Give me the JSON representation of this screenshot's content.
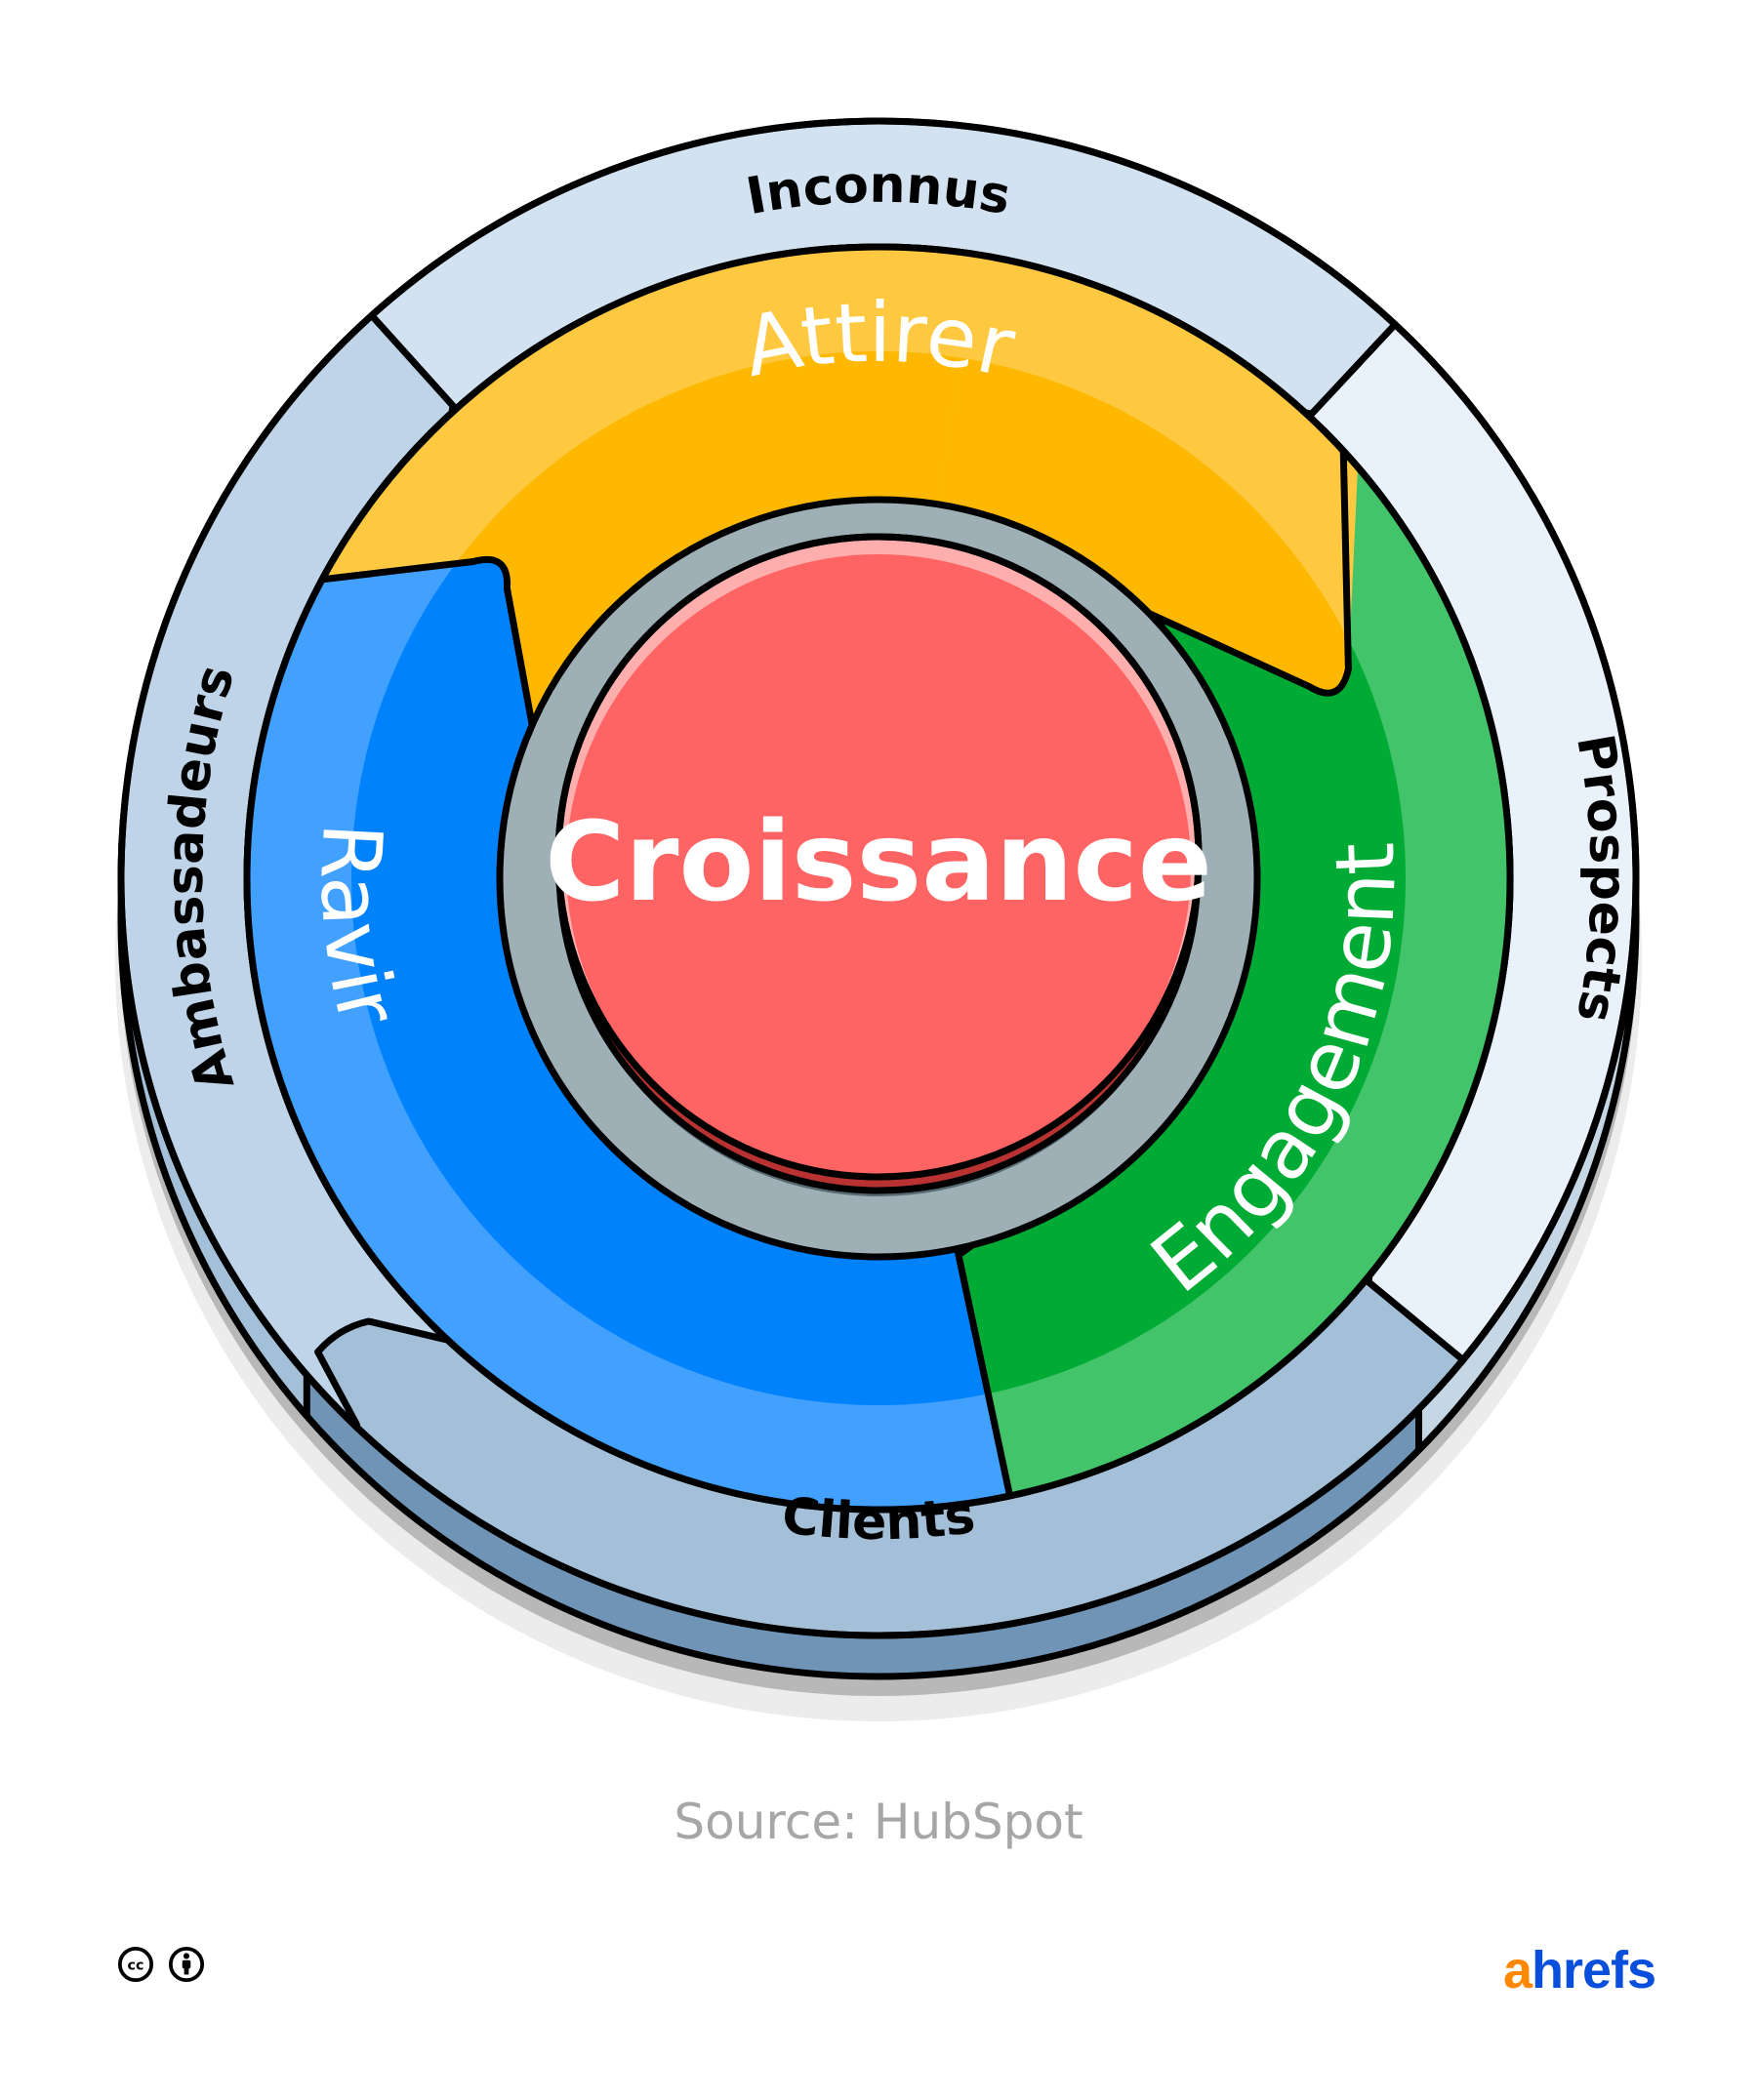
{
  "diagram": {
    "title": "Flywheel",
    "center": {
      "label": "Croissance",
      "color": "#ff6464"
    },
    "arrows": [
      {
        "id": "attirer",
        "label": "Attirer",
        "color_light": "#fec940",
        "color_dark": "#feb801"
      },
      {
        "id": "engagement",
        "label": "Engagement",
        "color_light": "#43c46a",
        "color_dark": "#00ab35"
      },
      {
        "id": "ravir",
        "label": "Ravir",
        "color_light": "#42a1ff",
        "color_dark": "#0082fd"
      }
    ],
    "stages": [
      {
        "id": "inconnus",
        "label": "Inconnus",
        "color": "#d3e2f1"
      },
      {
        "id": "prospects",
        "label": "Prospects",
        "color": "#e9f1fb"
      },
      {
        "id": "clients",
        "label": "Clients",
        "color": "#a4bfd8"
      },
      {
        "id": "ambassadeurs",
        "label": "Ambassadeurs",
        "color": "#bfd4e8"
      }
    ]
  },
  "footer": {
    "source": "Source: HubSpot",
    "license_icons": [
      "creative-commons-icon",
      "attribution-icon"
    ],
    "brand": {
      "first": "a",
      "rest": "hrefs",
      "color_first": "#ff8800",
      "color_rest": "#0a4fdc"
    }
  }
}
